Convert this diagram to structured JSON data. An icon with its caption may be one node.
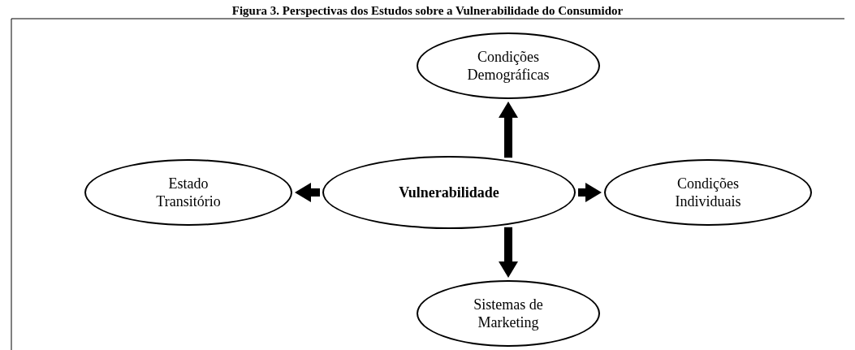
{
  "diagram": {
    "title": "Figura 3. Perspectivas dos Estudos sobre a Vulnerabilidade do Consumidor",
    "nodes": [
      {
        "text": [
          "Condições Demográficas"
        ]
      },
      {
        "text": [
          "Estado Transitório"
        ]
      },
      {
        "text": [
          "Vulnerabilidade"
        ]
      },
      {
        "text": [
          "Condições Individuais"
        ]
      },
      {
        "text": [
          "Sistemas de Marketing"
        ]
      }
    ],
    "edges": [
      {
        "from": 2,
        "to": 0,
        "arrow": "to"
      },
      {
        "from": 2,
        "to": 1,
        "arrow": "to"
      },
      {
        "from": 2,
        "to": 3,
        "arrow": "to"
      },
      {
        "from": 2,
        "to": 4,
        "arrow": "to"
      }
    ]
  }
}
